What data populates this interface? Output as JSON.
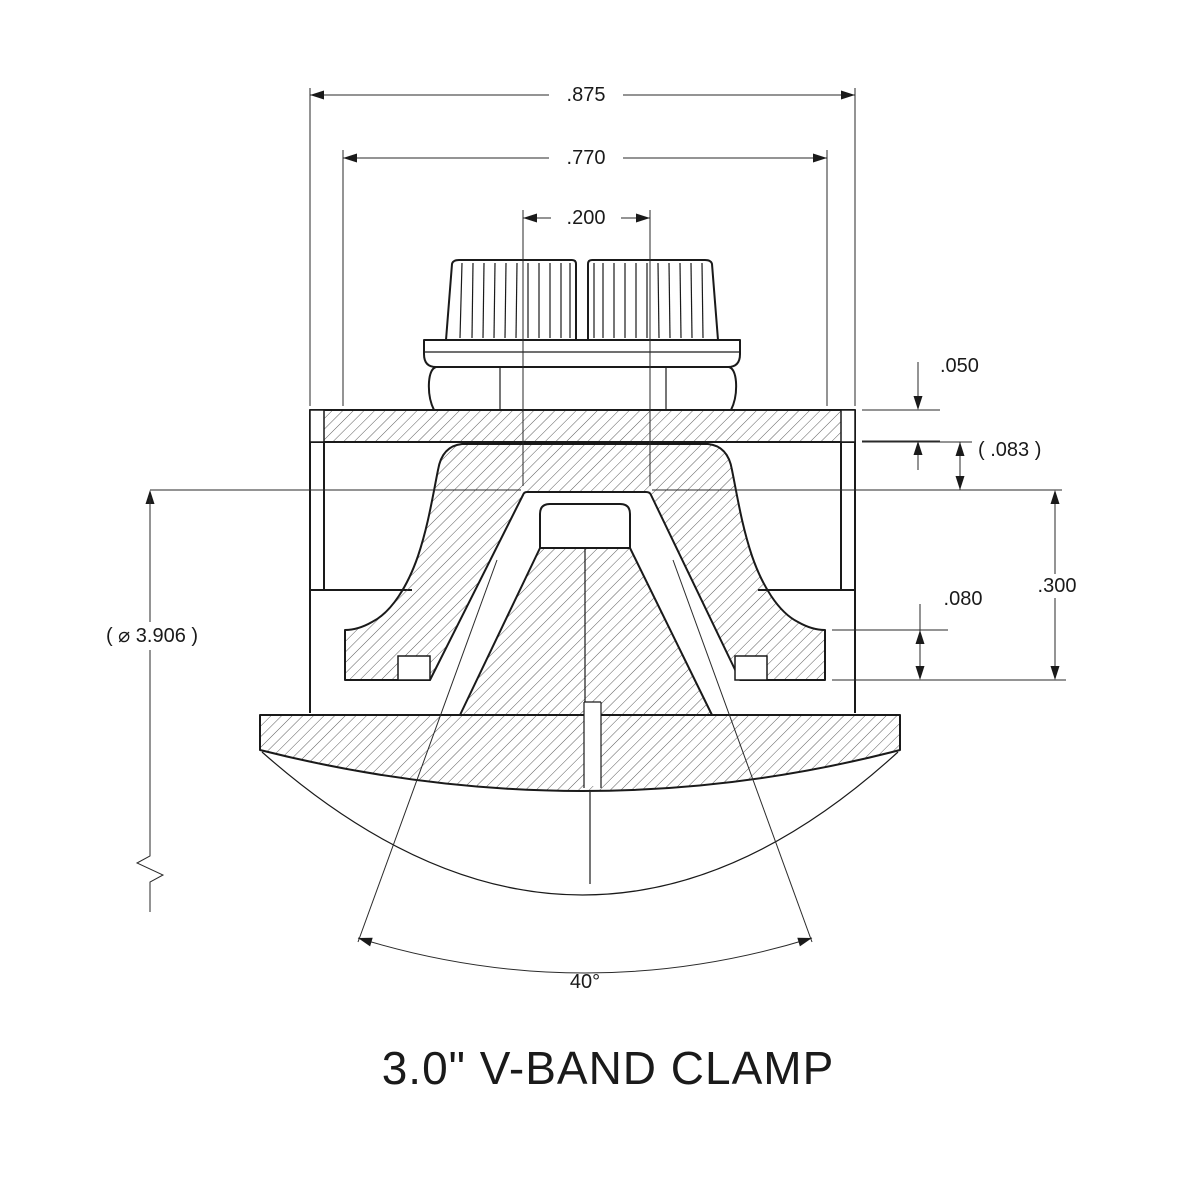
{
  "drawing": {
    "title": "3.0\" V-BAND CLAMP",
    "dimensions": {
      "overall_width": ".875",
      "inner_width": ".770",
      "slot_width": ".200",
      "band_thickness": ".050",
      "gap_reference": "( .083 )",
      "retainer_height": ".300",
      "foot_height": ".080",
      "diameter_reference": "( ⌀ 3.906 )",
      "groove_angle": "40°"
    }
  }
}
